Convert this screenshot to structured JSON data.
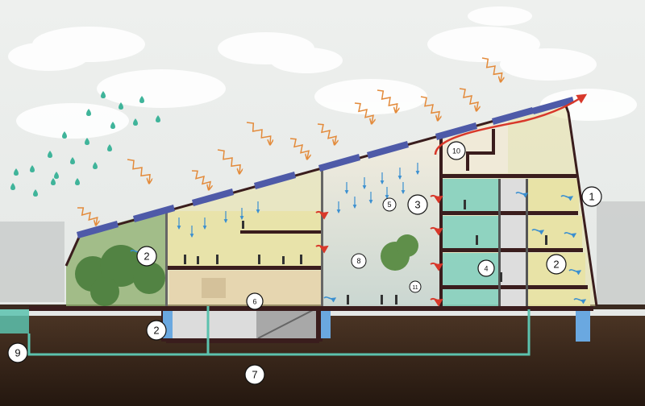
{
  "markers": [
    {
      "id": "m1",
      "label": "1"
    },
    {
      "id": "m2a",
      "label": "2"
    },
    {
      "id": "m2b",
      "label": "2"
    },
    {
      "id": "m2c",
      "label": "2"
    },
    {
      "id": "m3",
      "label": "3"
    },
    {
      "id": "m4",
      "label": "4"
    },
    {
      "id": "m5",
      "label": "5"
    },
    {
      "id": "m6",
      "label": "6"
    },
    {
      "id": "m7",
      "label": "7"
    },
    {
      "id": "m8",
      "label": "8"
    },
    {
      "id": "m9",
      "label": "9"
    },
    {
      "id": "m10",
      "label": "10"
    },
    {
      "id": "m11",
      "label": "11"
    }
  ],
  "colors": {
    "sky": "#e9ecea",
    "cloud": "#ffffff",
    "soil": "#3e2b1f",
    "soil_dark": "#2a1c13",
    "glass_yellow": "#e8e2a4",
    "glass_teal": "#7fcfc0",
    "water_pipe": "#5cc2ae",
    "heat_arrow": "#d8382a",
    "sun_ray": "#e38a3a",
    "solar_panel": "#4e5aa8",
    "rain_drop": "#3fb49a",
    "structure": "#3a1d1d"
  }
}
